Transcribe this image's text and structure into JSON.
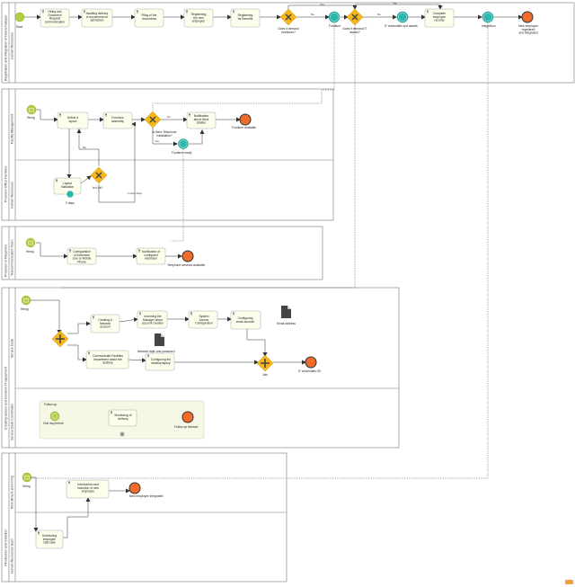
{
  "pools": [
    {
      "title": "Registration and Integration of New Employee",
      "lanes": [
        {
          "title": "Human Resources"
        }
      ]
    },
    {
      "title": "Provision Office Furniture",
      "lanes": [
        {
          "title": "Facility Management"
        },
        {
          "title": "Human Resources"
        }
      ]
    },
    {
      "title": "Provision of Telephone",
      "lanes": [
        {
          "title": "Telecommunication Team"
        }
      ]
    },
    {
      "title": "Creating access and provision IT equipment",
      "lanes": [
        {
          "title": "Service Desk"
        },
        {
          "title": "Service Desk Coordinator"
        }
      ]
    },
    {
      "title": "Introduction and Induction",
      "lanes": [
        {
          "title": "Recruitment and Hiring"
        },
        {
          "title": "Human Resources team"
        }
      ]
    }
  ],
  "pool1": {
    "start": "Start",
    "tasks": [
      "Hiring and Document Request communication",
      "Awaiting delivery of documents for admission",
      "Filing of the documents",
      "Registering the new employee",
      "Registering for Benefits",
      "Complete employee records"
    ],
    "gw1": "Does it demand furnitures?",
    "gw2": "Does it demand IT assets?",
    "furniture_event": "Furniture",
    "it_event": "IT credentials and assets",
    "integration_event": "Integration",
    "end": "New employee registered and integrated",
    "yes": "Yes",
    "no": "No"
  },
  "pool2": {
    "start": "Hiring",
    "tasks": [
      "Define a layout",
      "Furniture assembly",
      "Notification about Work Station",
      "Layout Validation"
    ],
    "gw_phone": "Is there Telephone installation?",
    "gw_ok": "Is it ok?",
    "end": "Furniture available",
    "ready": "Furniture ready",
    "timer": "2 days",
    "work_days": "2 work days",
    "yes": "Yes",
    "no": "No"
  },
  "pool3": {
    "start": "Hiring",
    "tasks": [
      "Configuration of Extension Line or Mobile Phone",
      "Notification of configured extension"
    ],
    "end": "Telephone services available"
  },
  "pool4": {
    "start": "Hiring",
    "tasks": [
      "Creating a Network account",
      "Informing the Manager about account creation",
      "System Access Configuration",
      "Configuring email account",
      "Communicate Facilities department about the desktop",
      "Configuring the desktop/laptop"
    ],
    "doc1": "Email address",
    "doc2": "Network login and password",
    "join": "Join",
    "end": "IT credentials OK",
    "sub_title": "Follow up",
    "sub_start": "One day before",
    "sub_task": "Monitoring of delivery",
    "sub_end": "Follow up finished"
  },
  "pool5": {
    "start": "Hiring",
    "tasks": [
      "Introduction and induction of new employee",
      "Scheduling employee start date"
    ],
    "end": "New employee integrated"
  }
}
